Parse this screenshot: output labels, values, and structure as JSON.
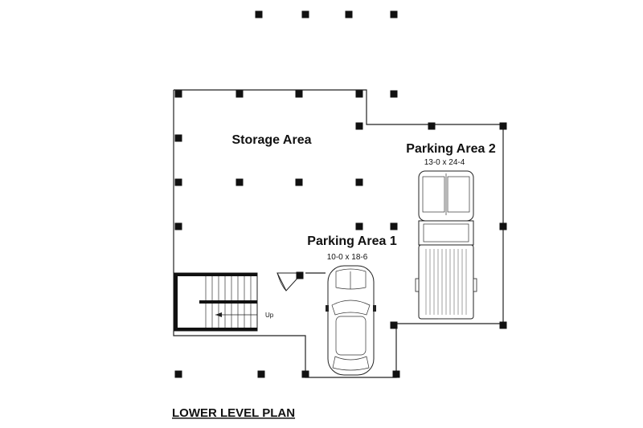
{
  "rooms": {
    "storage": {
      "label": "Storage Area"
    },
    "parking1": {
      "label": "Parking Area 1",
      "dimensions": "10-0 x 18-6"
    },
    "parking2": {
      "label": "Parking Area 2",
      "dimensions": "13-0 x 24-4"
    }
  },
  "stair": {
    "label": "Up"
  },
  "plan_title": "LOWER LEVEL PLAN"
}
